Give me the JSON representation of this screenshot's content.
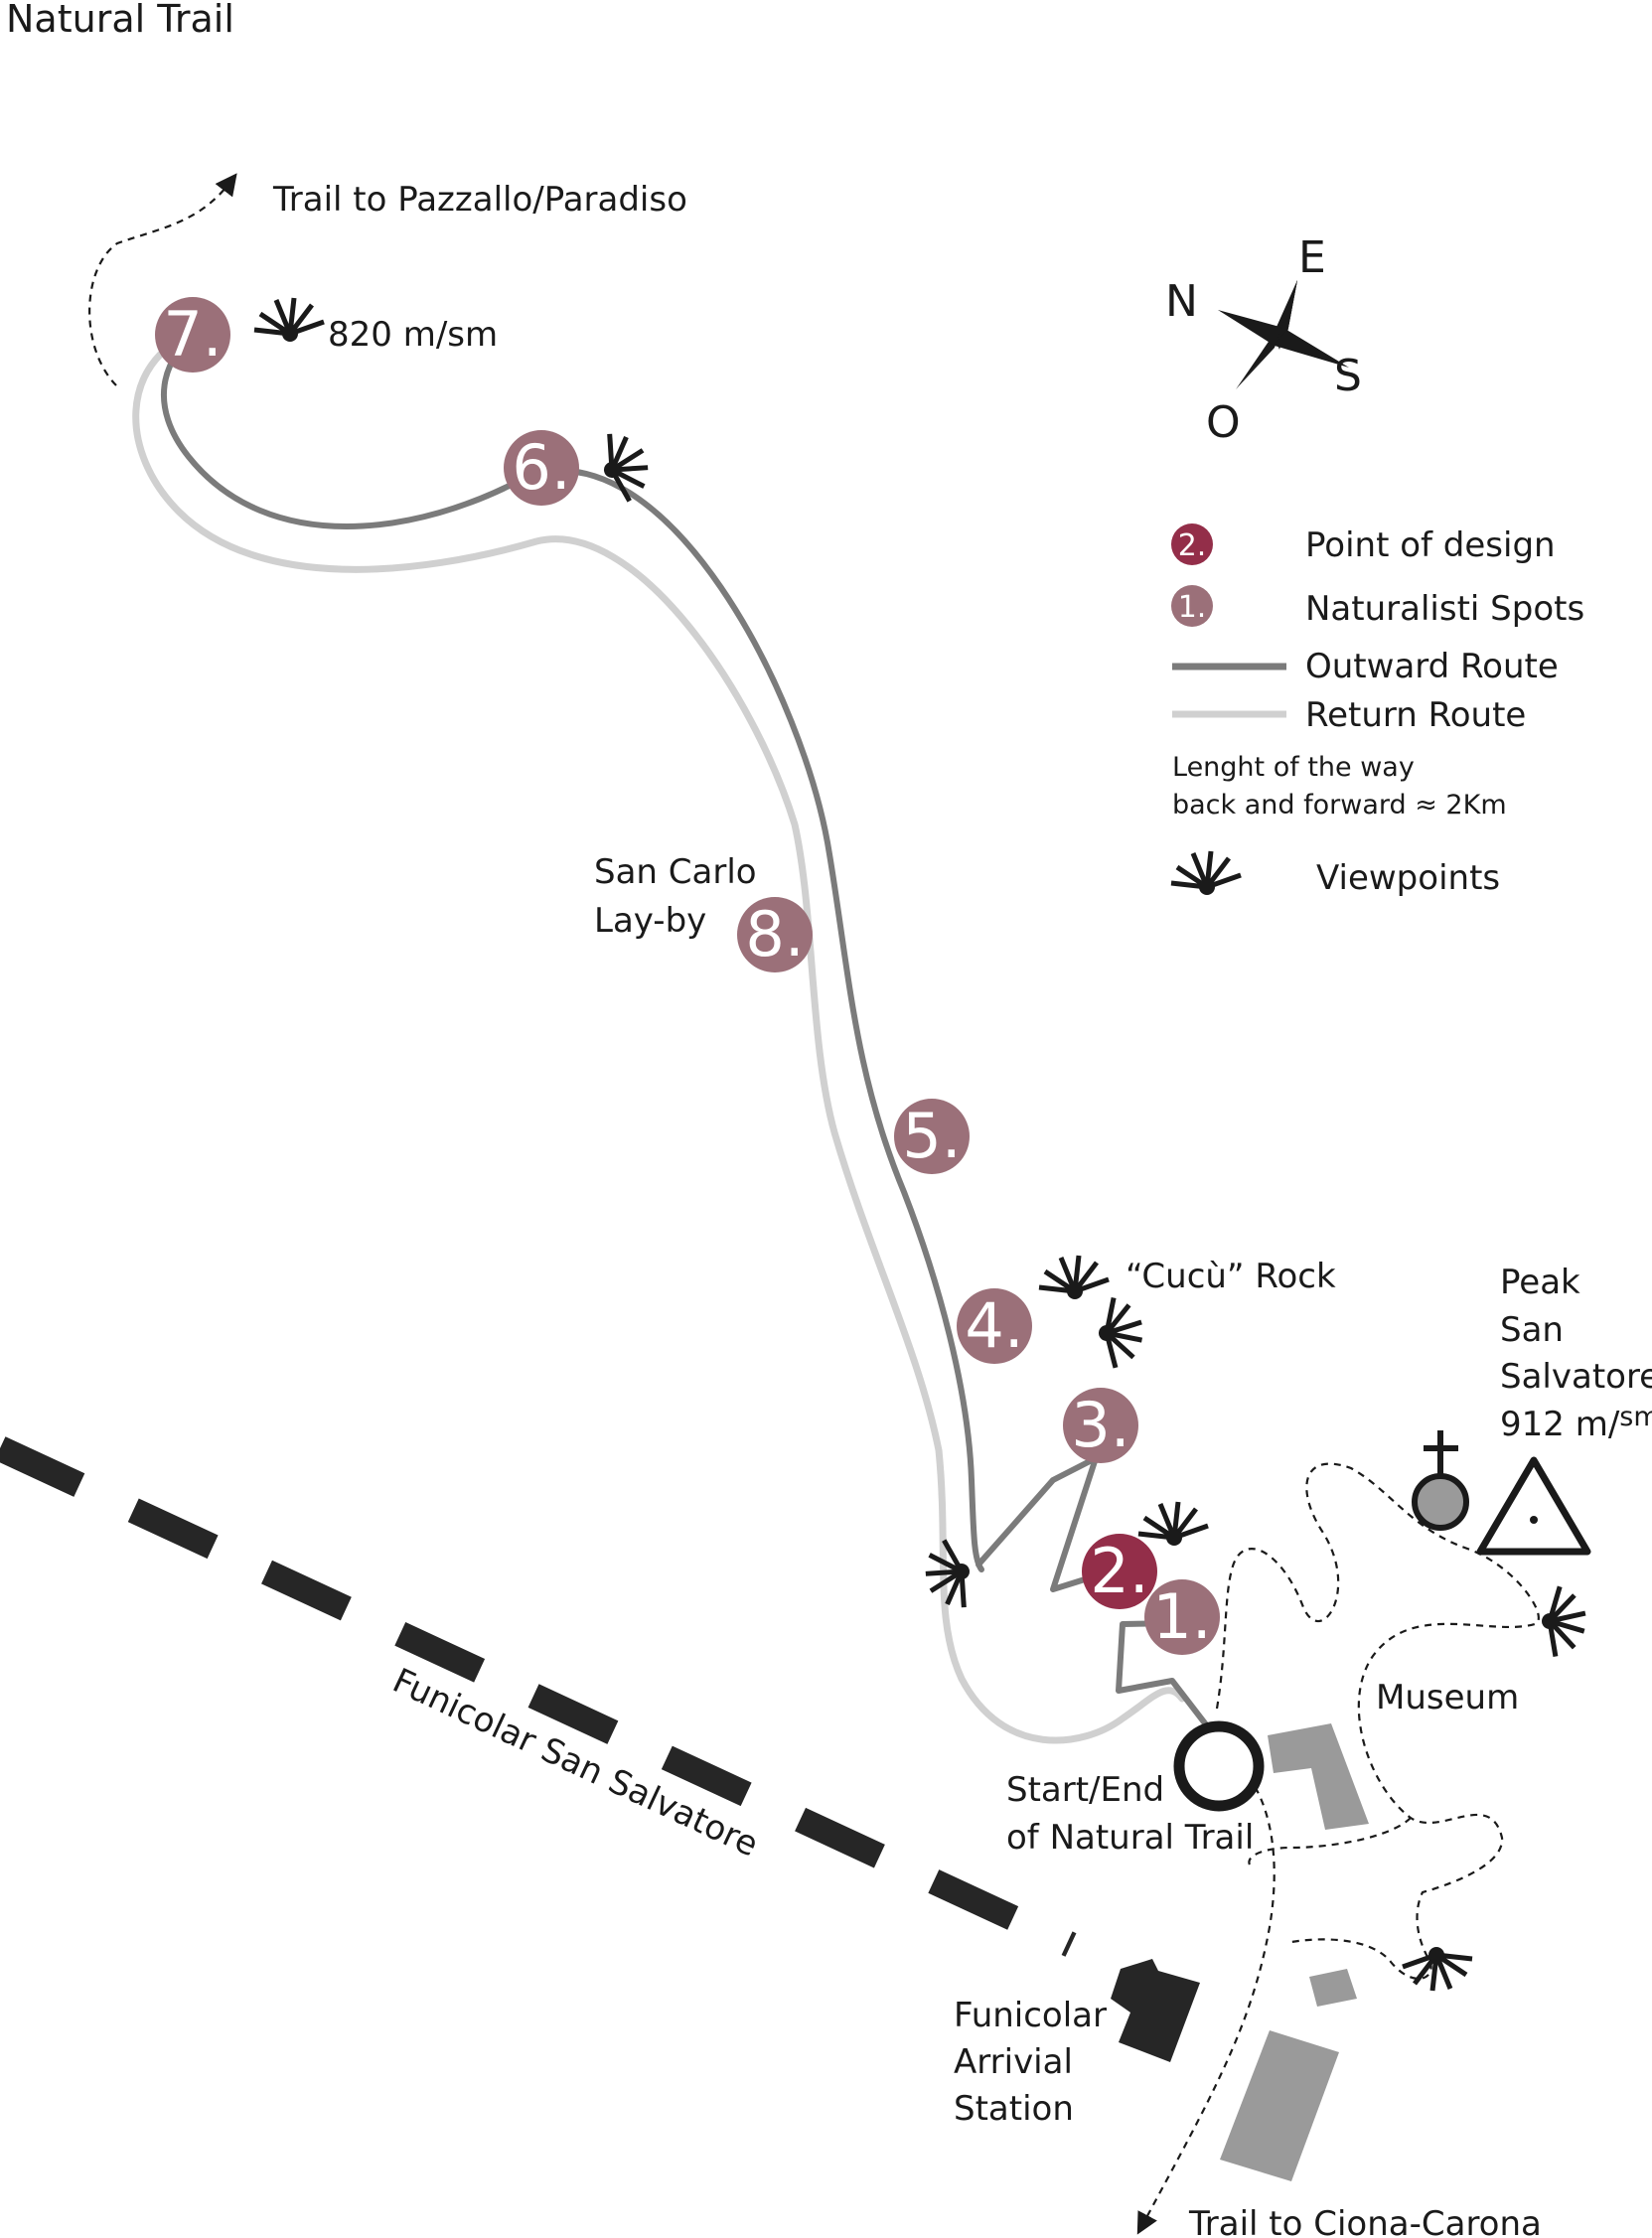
{
  "title": "Natural Trail",
  "labels": {
    "trail_pazzallo": "Trail to Pazzallo/Paradiso",
    "elev_820": "820 m/sm",
    "san_carlo_1": "San Carlo",
    "san_carlo_2": "Lay-by",
    "cucu_rock": "“Cucù” Rock",
    "peak_1": "Peak",
    "peak_2": "San",
    "peak_3": "Salvatore",
    "peak_4": "912 m/",
    "peak_4_sup": "sm",
    "museum": "Museum",
    "start_1": "Start/End",
    "start_2": "of Natural Trail",
    "funicolar": "Funicolar San Salvatore",
    "station_1": "Funicolar",
    "station_2": "Arrivial",
    "station_3": "Station",
    "trail_ciona": "Trail to Ciona-Carona"
  },
  "compass": {
    "n": "N",
    "e": "E",
    "s": "S",
    "o": "O"
  },
  "legend": {
    "point_of_design": "Point of design",
    "point_of_design_num": "2.",
    "naturalisti": "Naturalisti Spots",
    "naturalisti_num": "1.",
    "outward": "Outward Route",
    "return": "Return Route",
    "length_1": "Lenght of the way",
    "length_2": "back and forward ≈ 2Km",
    "viewpoints": "Viewpoints"
  },
  "spots": [
    "1.",
    "2.",
    "3.",
    "4.",
    "5.",
    "6.",
    "7.",
    "8."
  ],
  "colors": {
    "naturalisti": "#9b7079",
    "design": "#932e49",
    "outward": "#7b7b7b",
    "return": "#d0d0d0",
    "building": "#9a9a9a",
    "station": "#262626",
    "ink": "#1a1a1a"
  }
}
